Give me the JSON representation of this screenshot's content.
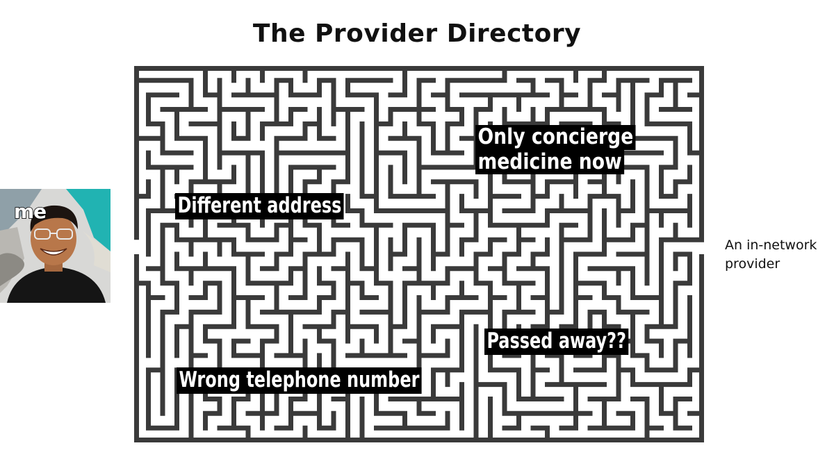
{
  "slide": {
    "title": "The Provider Directory"
  },
  "labels": {
    "concierge_line1": "Only concierge",
    "concierge_line2": "medicine now",
    "address": "Different address",
    "passed": "Passed away??",
    "phone": "Wrong telephone number"
  },
  "photo": {
    "caption": "me"
  },
  "goal": {
    "line1": "An in-network",
    "line2": "provider"
  },
  "colors": {
    "maze_wall": "#3a3a3a",
    "label_bg": "#000000",
    "label_text": "#ffffff",
    "photo_teal": "#21b3b2",
    "photo_wall": "#cfcfcf"
  }
}
